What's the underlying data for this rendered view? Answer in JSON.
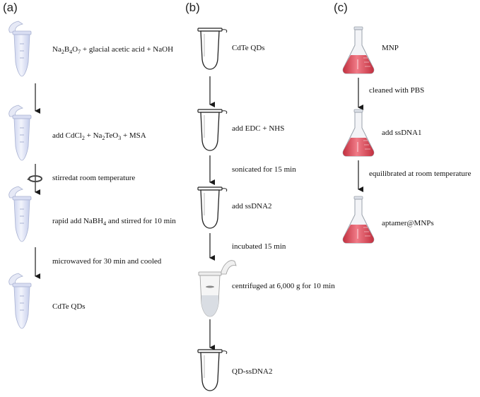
{
  "panels": {
    "a": {
      "label": "(a)",
      "steps": [
        {
          "parts": [
            "Na",
            "2",
            "B",
            "4",
            "O",
            "7",
            " + glacial acetic acid + NaOH"
          ]
        },
        {
          "parts": [
            "add CdCl",
            "2",
            " + Na",
            "2",
            "TeO",
            "3",
            " + MSA"
          ]
        },
        {
          "parts": [
            "rapid add NaBH",
            "4",
            " and stirred for 10 min"
          ]
        },
        {
          "parts": [
            "CdTe QDs"
          ]
        }
      ],
      "transitions": [
        "stirredat room  temperature",
        "microwaved for 30 min and cooled"
      ]
    },
    "b": {
      "label": "(b)",
      "steps": [
        "CdTe QDs",
        "add EDC + NHS",
        "add ssDNA2",
        "centrifuged at 6,000 g for 10 min",
        "QD-ssDNA2"
      ],
      "transitions": [
        "sonicated for 15 min",
        "incubated 15 min"
      ]
    },
    "c": {
      "label": "(c)",
      "steps": [
        "MNP",
        "add ssDNA1",
        "aptamer@MNPs"
      ],
      "transitions": [
        "cleaned with PBS",
        "equilibrated at room temperature"
      ]
    }
  },
  "colors": {
    "tube_fill": "#e3e7f6",
    "tube_stroke": "#aab3d2",
    "flask_liquid": "#d94b5c",
    "flask_glass": "#c9ced6",
    "arrow": "#1a1a1a"
  },
  "icons": {
    "microtube": "microcentrifuge-tube-icon",
    "pcr_tube": "pcr-tube-icon",
    "flask": "erlenmeyer-flask-icon",
    "stir": "rotate-arrow-icon"
  }
}
